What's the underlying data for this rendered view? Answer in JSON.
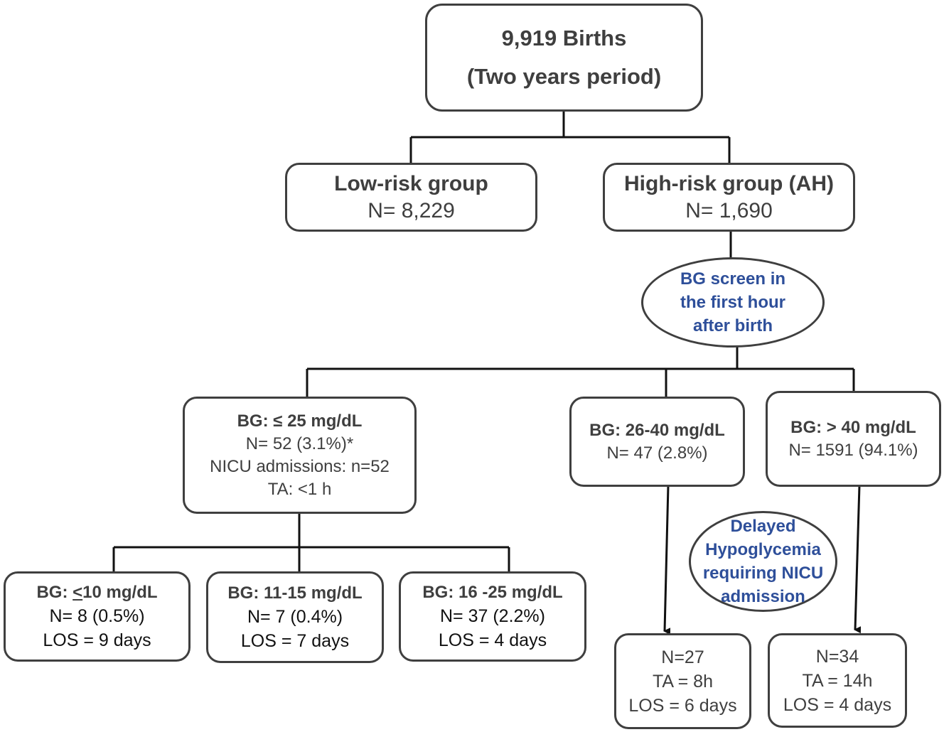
{
  "root": {
    "line1": "9,919 Births",
    "line2": "(Two years period)"
  },
  "low_risk": {
    "title": "Low-risk group",
    "n": "N= 8,229"
  },
  "high_risk": {
    "title": "High-risk group (AH)",
    "n": "N= 1,690"
  },
  "screen_oval": {
    "line1": "BG screen in",
    "line2": "the first hour",
    "line3": "after birth"
  },
  "bg_le25": {
    "title": "BG: ≤ 25 mg/dL",
    "n": "N= 52 (3.1%)*",
    "nicu": "NICU admissions:  n=52",
    "ta": "TA: <1 h"
  },
  "bg_26_40": {
    "title": "BG: 26-40 mg/dL",
    "n": "N= 47 (2.8%)"
  },
  "bg_gt40": {
    "title": "BG: > 40 mg/dL",
    "n": "N= 1591 (94.1%)"
  },
  "bg_le10": {
    "title_prefix": "BG: ",
    "title_sym": "<",
    "title_rest": "10 mg/dL",
    "n": "N= 8 (0.5%)",
    "los": "LOS = 9 days"
  },
  "bg_11_15": {
    "title": "BG: 11-15 mg/dL",
    "n": "N= 7 (0.4%)",
    "los": "LOS = 7 days"
  },
  "bg_16_25": {
    "title": "BG: 16 -25 mg/dL",
    "n": "N= 37 (2.2%)",
    "los": "LOS = 4 days"
  },
  "delayed_oval": {
    "line1": "Delayed",
    "line2": "Hypoglycemia",
    "line3": "requiring NICU",
    "line4": "admission"
  },
  "outcome_26_40": {
    "n": "N=27",
    "ta": "TA = 8h",
    "los": "LOS = 6 days"
  },
  "outcome_gt40": {
    "n": "N=34",
    "ta": "TA = 14h",
    "los": "LOS = 4 days"
  },
  "colors": {
    "line": "#111111",
    "border": "#3f3f3f",
    "oval_text": "#2e4f9a"
  }
}
